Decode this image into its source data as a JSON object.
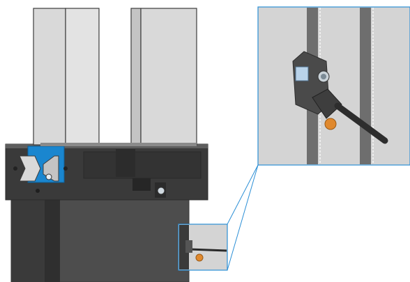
{
  "figure": {
    "subject": "gripper-with-proximity-sensor-mounting-detail",
    "colors": {
      "jaw_light": "#d9d9d9",
      "jaw_mid": "#c4c4c4",
      "jaw_outline": "#3c3c3c",
      "body_dark": "#4d4d4d",
      "body_darker": "#3a3a3a",
      "body_top": "#5e5e5e",
      "accent_blue": "#1a86cf",
      "callout_line": "#2b8fd6",
      "sensor_orange": "#e0892e",
      "groove_grey": "#6e6e6e",
      "panel_bg": "#d4d4d4"
    },
    "icons": [
      "base-jaw",
      "mounting-slot",
      "proximity-sensor",
      "sensor-cable",
      "detail-callout"
    ]
  }
}
